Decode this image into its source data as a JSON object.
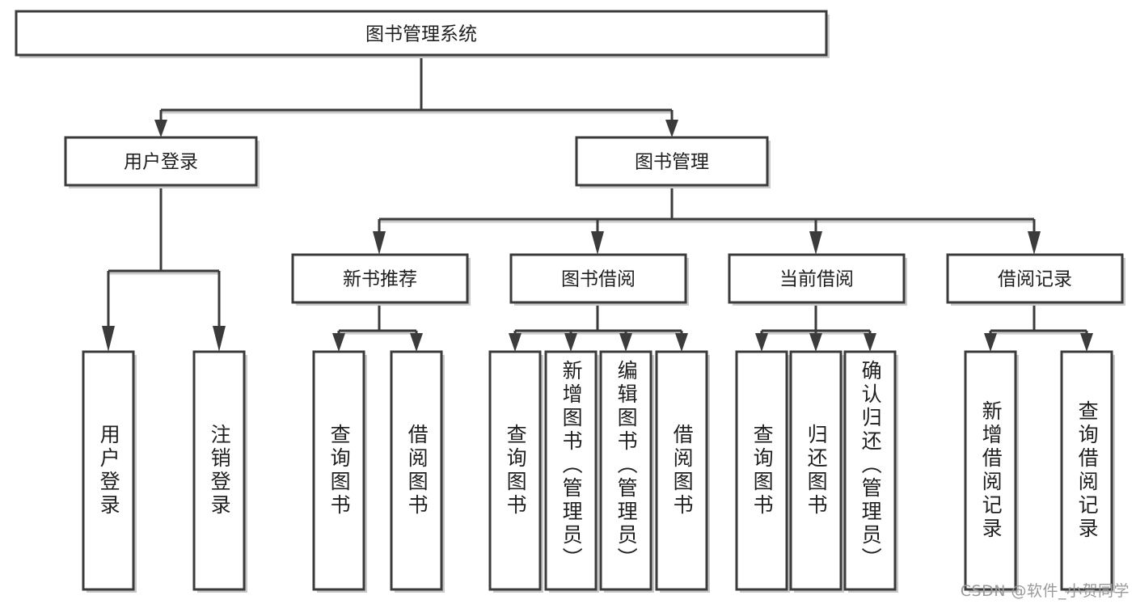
{
  "diagram": {
    "title": "图书管理系统",
    "type": "tree-hierarchy",
    "root": {
      "label": "图书管理系统"
    },
    "level2": [
      {
        "id": "user-login",
        "label": "用户登录"
      },
      {
        "id": "book-manage",
        "label": "图书管理"
      }
    ],
    "level3": [
      {
        "id": "new-book-recommend",
        "label": "新书推荐",
        "parent": "book-manage"
      },
      {
        "id": "book-borrow",
        "label": "图书借阅",
        "parent": "book-manage"
      },
      {
        "id": "current-borrow",
        "label": "当前借阅",
        "parent": "book-manage"
      },
      {
        "id": "borrow-record",
        "label": "借阅记录",
        "parent": "book-manage"
      }
    ],
    "leaves": [
      {
        "id": "leaf-user-login",
        "label": "用户登录",
        "parent": "user-login"
      },
      {
        "id": "leaf-user-logout",
        "label": "注销登录",
        "parent": "user-login"
      },
      {
        "id": "leaf-query-book-1",
        "label": "查询图书",
        "parent": "new-book-recommend"
      },
      {
        "id": "leaf-borrow-book-1",
        "label": "借阅图书",
        "parent": "new-book-recommend"
      },
      {
        "id": "leaf-query-book-2",
        "label": "查询图书",
        "parent": "book-borrow"
      },
      {
        "id": "leaf-add-book",
        "label": "新增图书（管理员）",
        "parent": "book-borrow"
      },
      {
        "id": "leaf-edit-book",
        "label": "编辑图书（管理员）",
        "parent": "book-borrow"
      },
      {
        "id": "leaf-borrow-book-2",
        "label": "借阅图书",
        "parent": "book-borrow"
      },
      {
        "id": "leaf-query-book-3",
        "label": "查询图书",
        "parent": "current-borrow"
      },
      {
        "id": "leaf-return-book",
        "label": "归还图书",
        "parent": "current-borrow"
      },
      {
        "id": "leaf-confirm-return",
        "label": "确认归还（管理员）",
        "parent": "current-borrow"
      },
      {
        "id": "leaf-add-record",
        "label": "新增借阅记录",
        "parent": "borrow-record"
      },
      {
        "id": "leaf-query-record",
        "label": "查询借阅记录",
        "parent": "borrow-record"
      }
    ]
  },
  "watermark": {
    "text": "CSDN @软件_小贺同学"
  },
  "colors": {
    "line": "#3b3b3b",
    "box_fill": "#ffffff",
    "text": "#1f1f1f",
    "shadow": "#c9c9c9",
    "watermark": "#9a9a9a"
  }
}
